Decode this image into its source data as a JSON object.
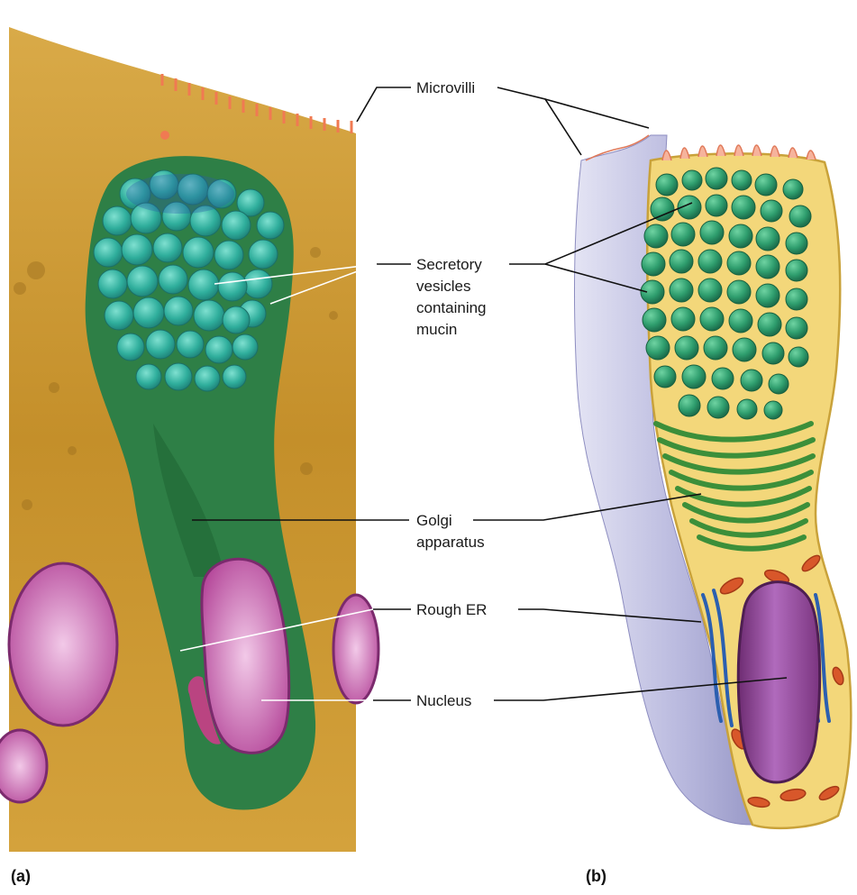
{
  "labels": {
    "microvilli": "Microvilli",
    "secretory_vesicles": [
      "Secretory",
      "vesicles",
      "containing",
      "mucin"
    ],
    "golgi": [
      "Golgi",
      "apparatus"
    ],
    "rough_er": "Rough ER",
    "nucleus": "Nucleus"
  },
  "panels": {
    "a": "(a)",
    "b": "(b)"
  },
  "colors": {
    "cytoplasm_tan": "#c9962e",
    "vesicle_green": "#2f9e6e",
    "golgi_green": "#3c8f3a",
    "nucleus_magenta": "#b5489a",
    "microvilli_orange": "#f07a52",
    "membrane_lavender": "#b9b9de",
    "cytoplasm_yellow": "#f3d77a",
    "rough_er_blue": "#2b5fb0",
    "mitochondria_orange": "#d8572a"
  }
}
